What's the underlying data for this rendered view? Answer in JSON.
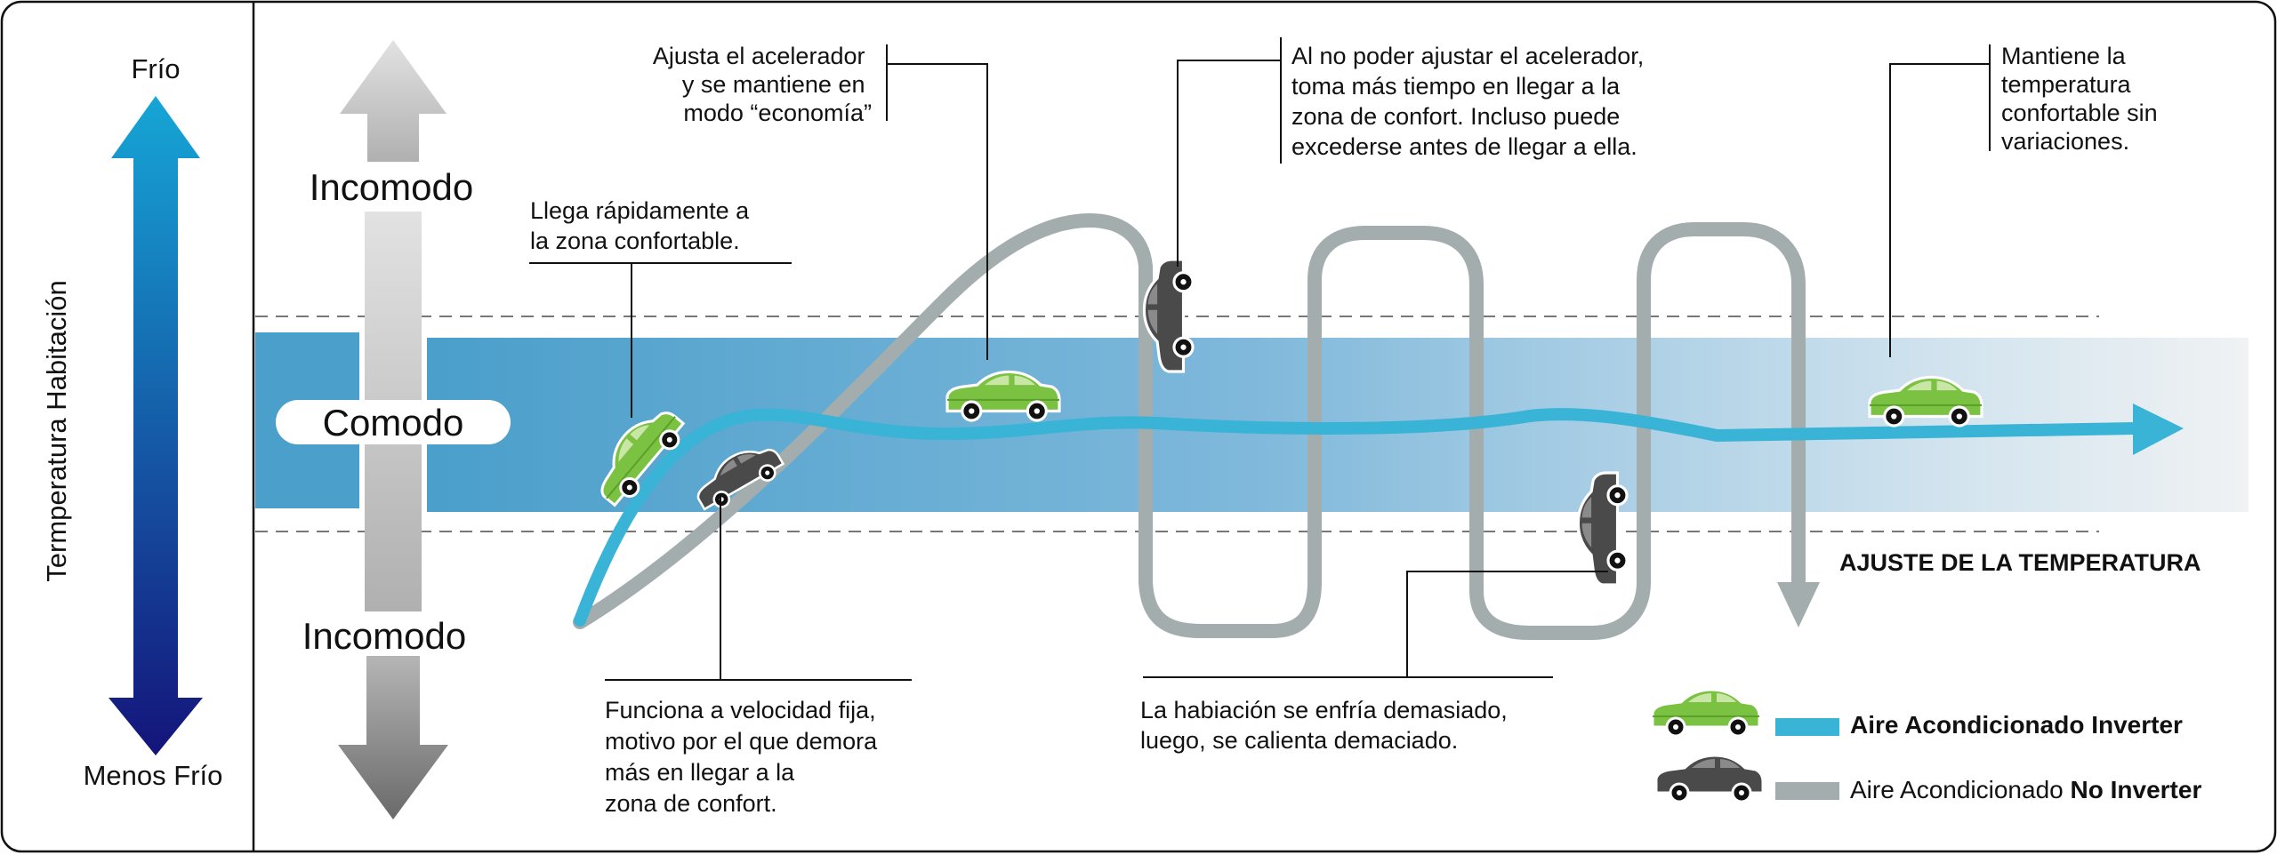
{
  "left_scale": {
    "top_label": "Frío",
    "bottom_label": "Menos Frío",
    "axis_label": "Termperatura Habitación",
    "colors": {
      "top": "#16a6d6",
      "bottom": "#14147a"
    }
  },
  "comfort_scale": {
    "upper_label": "Incomodo",
    "middle_label": "Comodo",
    "lower_label": "Incomodo"
  },
  "annotations": {
    "throttle_eco": [
      "Ajusta el acelerador",
      "y se mantiene en",
      "modo “economía”"
    ],
    "no_throttle": [
      "Al no poder ajustar el acelerador,",
      "toma más tiempo en llegar a la",
      "zona de confort. Incluso puede",
      "excederse antes de llegar a ella."
    ],
    "keeps_temp": [
      "Mantiene la",
      "temperatura",
      "confortable sin",
      "variaciones."
    ],
    "fast_reach": [
      "Llega rápidamente a",
      "la zona confortable."
    ],
    "fixed_speed": [
      "Funciona a velocidad fija,",
      "motivo por el que demora",
      "más en llegar a la",
      "zona de confort."
    ],
    "overcool": [
      "La habiación se enfría demasiado,",
      "luego, se calienta demaciado."
    ]
  },
  "adjust_label": "AJUSTE DE LA TEMPERATURA",
  "legend": {
    "inverter": {
      "text": "Aire Acondicionado Inverter",
      "color": "#39b3d6",
      "car_color": "#7cc242"
    },
    "no_inverter": {
      "prefix": "Aire Acondicionado ",
      "bold": "No Inverter",
      "color": "#a3adad",
      "car_color": "#4a4a4a"
    }
  },
  "colors": {
    "comfort_band": "#4aa0cb",
    "inverter_line": "#39b3d6",
    "no_inverter_line": "#a3adad",
    "green_car": "#7cc242",
    "dark_car": "#4a4a4a"
  }
}
